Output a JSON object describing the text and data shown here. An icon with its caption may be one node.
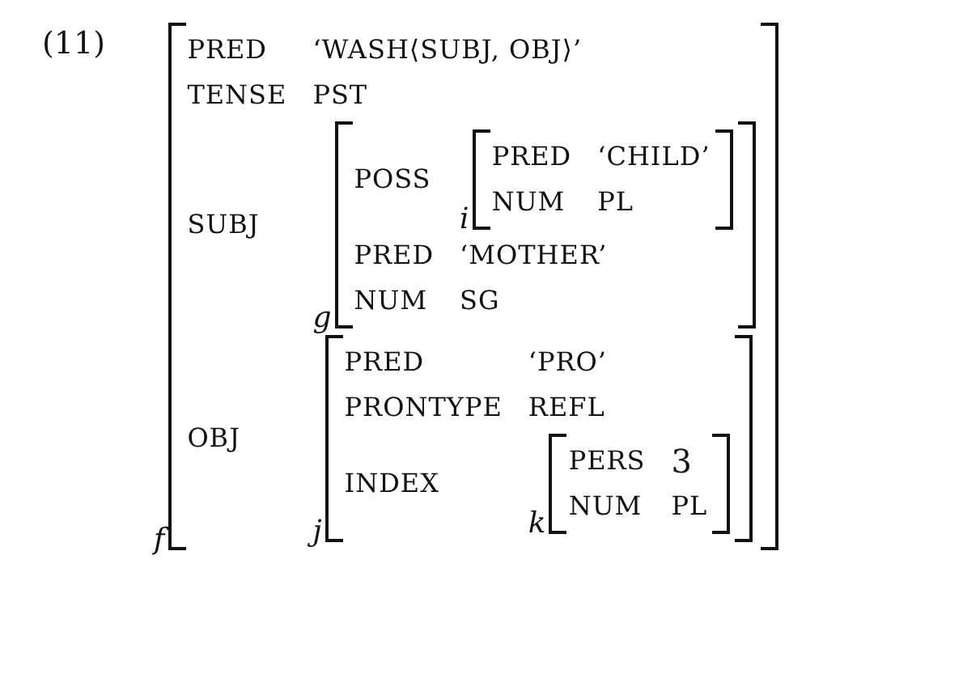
{
  "diagram": {
    "nodes": [
      {
        "text": [
          "PRED",
          "‘WASH⟨SUBJ, OBJ⟩’",
          "TENSE",
          "PST",
          "SUBJ",
          "OBJ"
        ],
        "beside": [
          "f"
        ]
      },
      {
        "text": [
          "POSS",
          "PRED",
          "‘MOTHER’",
          "NUM",
          "SG"
        ],
        "beside": [
          "g"
        ],
        "in": 0
      },
      {
        "text": [
          "PRED",
          "‘CHILD’",
          "NUM",
          "PL"
        ],
        "beside": [
          "i"
        ],
        "in": 1
      },
      {
        "text": [
          "PRED",
          "‘PRO’",
          "PRONTYPE",
          "REFL",
          "INDEX"
        ],
        "beside": [
          "j"
        ],
        "in": 0
      },
      {
        "text": [
          "PERS",
          "3",
          "NUM",
          "PL"
        ],
        "beside": [
          "k"
        ],
        "in": 3
      }
    ],
    "labels": [
      "(11)"
    ]
  }
}
